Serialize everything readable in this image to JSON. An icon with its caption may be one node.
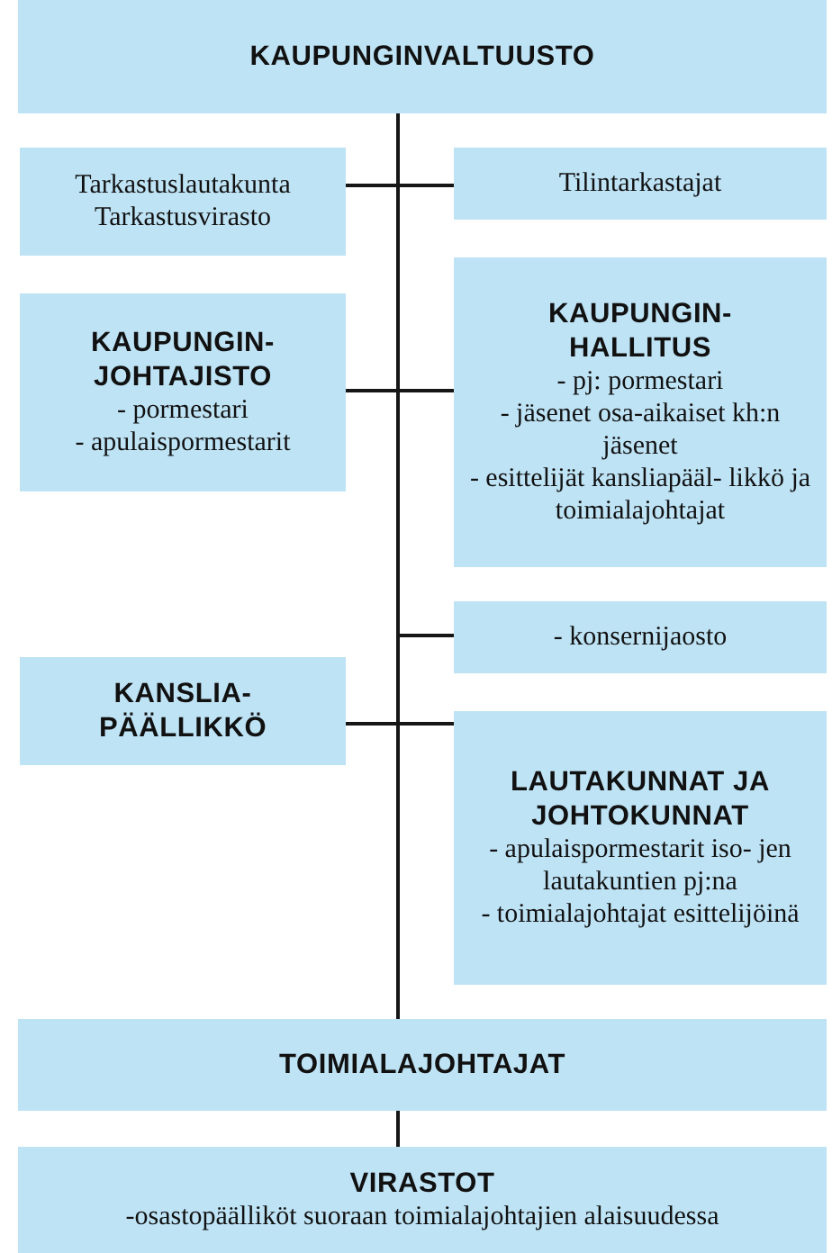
{
  "diagram": {
    "nodes": [
      {
        "text": [
          "KAUPUNGINVALTUUSTO"
        ]
      },
      {
        "text": [
          "Tarkastuslautakunta",
          "Tarkastusvirasto"
        ]
      },
      {
        "text": [
          "Tilintarkastajat"
        ]
      },
      {
        "text": [
          "KAUPUNGIN- JOHTAJISTO",
          "- pormestari",
          "- apulaispormestarit"
        ]
      },
      {
        "text": [
          "KAUPUNGIN- HALLITUS",
          "- pj: pormestari",
          "- jäsenet osa-aikaiset kh:n jäsenet",
          "- esittelijät kansliapääl- likkö ja toimialajohtajat"
        ]
      },
      {
        "text": [
          "- konsernijaosto"
        ]
      },
      {
        "text": [
          "KANSLIA- PÄÄLLIKKÖ"
        ]
      },
      {
        "text": [
          "LAUTAKUNNAT JA JOHTOKUNNAT",
          "- apulaispormestarit iso- jen lautakuntien pj:na",
          "- toimialajohtajat esittelijöinä"
        ]
      },
      {
        "text": [
          "TOIMIALAJOHTAJAT"
        ]
      },
      {
        "text": [
          "VIRASTOT",
          "-osastopäälliköt suoraan toimialajohtajien alaisuudessa"
        ]
      }
    ],
    "edges": [
      {
        "from": 0,
        "to": 8,
        "arrow": "none"
      },
      {
        "from": 1,
        "to": 2,
        "arrow": "none"
      },
      {
        "from": 3,
        "to": 4,
        "arrow": "none"
      },
      {
        "from": 0,
        "to": 5,
        "arrow": "none"
      },
      {
        "from": 6,
        "to": 7,
        "arrow": "none"
      },
      {
        "from": 8,
        "to": 9,
        "arrow": "none"
      }
    ]
  }
}
